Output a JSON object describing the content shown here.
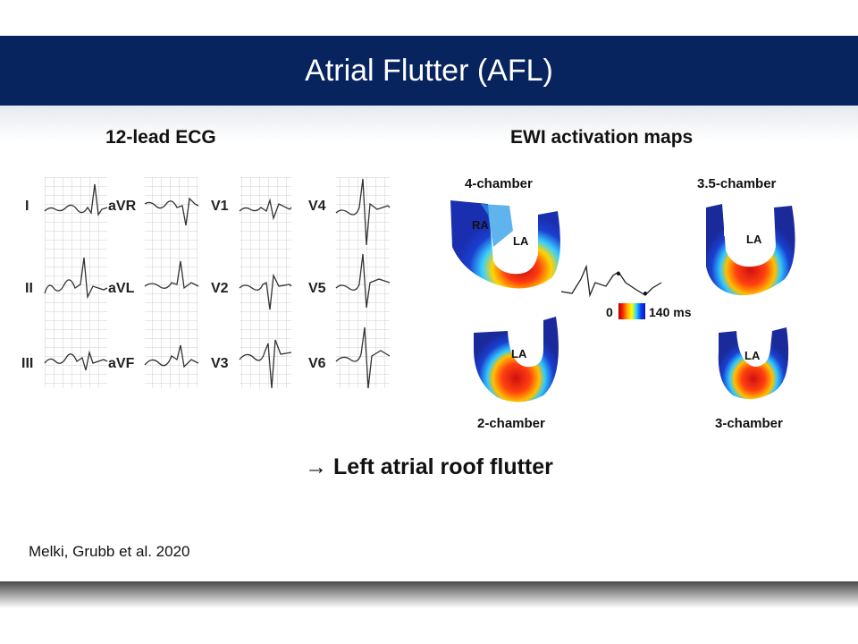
{
  "slide": {
    "title": "Atrial Flutter (AFL)",
    "left_heading": "12-lead ECG",
    "right_heading": "EWI activation maps",
    "conclusion": "→ Left atrial roof flutter",
    "citation": "Melki, Grubb et al. 2020"
  },
  "ecg": {
    "leads": [
      "I",
      "aVR",
      "V1",
      "V4",
      "II",
      "aVL",
      "V2",
      "V5",
      "III",
      "aVF",
      "V3",
      "V6"
    ]
  },
  "maps": {
    "chambers": {
      "four": "4-chamber",
      "three_five": "3.5-chamber",
      "two": "2-chamber",
      "three": "3-chamber"
    },
    "labels": {
      "ra": "RA",
      "la": "LA"
    },
    "scale": {
      "min": "0",
      "max": "140 ms"
    }
  },
  "colors": {
    "title_bar": "#08245f",
    "map_blue": "#1a3fd0",
    "map_red": "#e01818",
    "grid": "#c8c8c8"
  }
}
